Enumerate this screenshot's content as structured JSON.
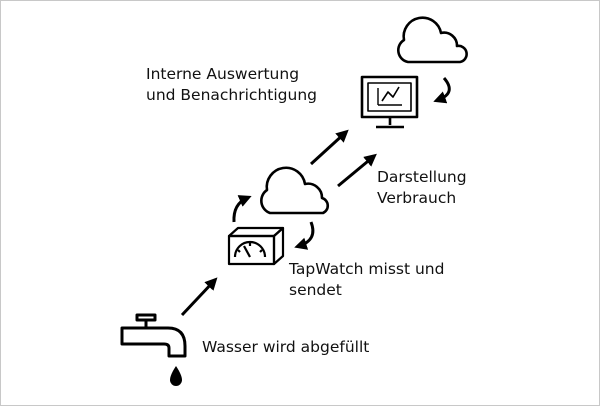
{
  "labels": {
    "internal": {
      "line1": "Interne Auswertung",
      "line2": "und Benachrichtigung"
    },
    "display": {
      "line1": "Darstellung",
      "line2": "Verbrauch"
    },
    "tapwatch": {
      "line1": "TapWatch misst und",
      "line2": "sendet"
    },
    "water": {
      "line1": "Wasser wird abgefüllt"
    }
  },
  "icons": [
    "faucet-icon",
    "water-drop-icon",
    "meter-box-icon",
    "cloud-icon",
    "monitor-chart-icon"
  ],
  "colors": {
    "stroke": "#000000",
    "text": "#111111",
    "border": "#c8c8c8",
    "background": "#ffffff"
  }
}
